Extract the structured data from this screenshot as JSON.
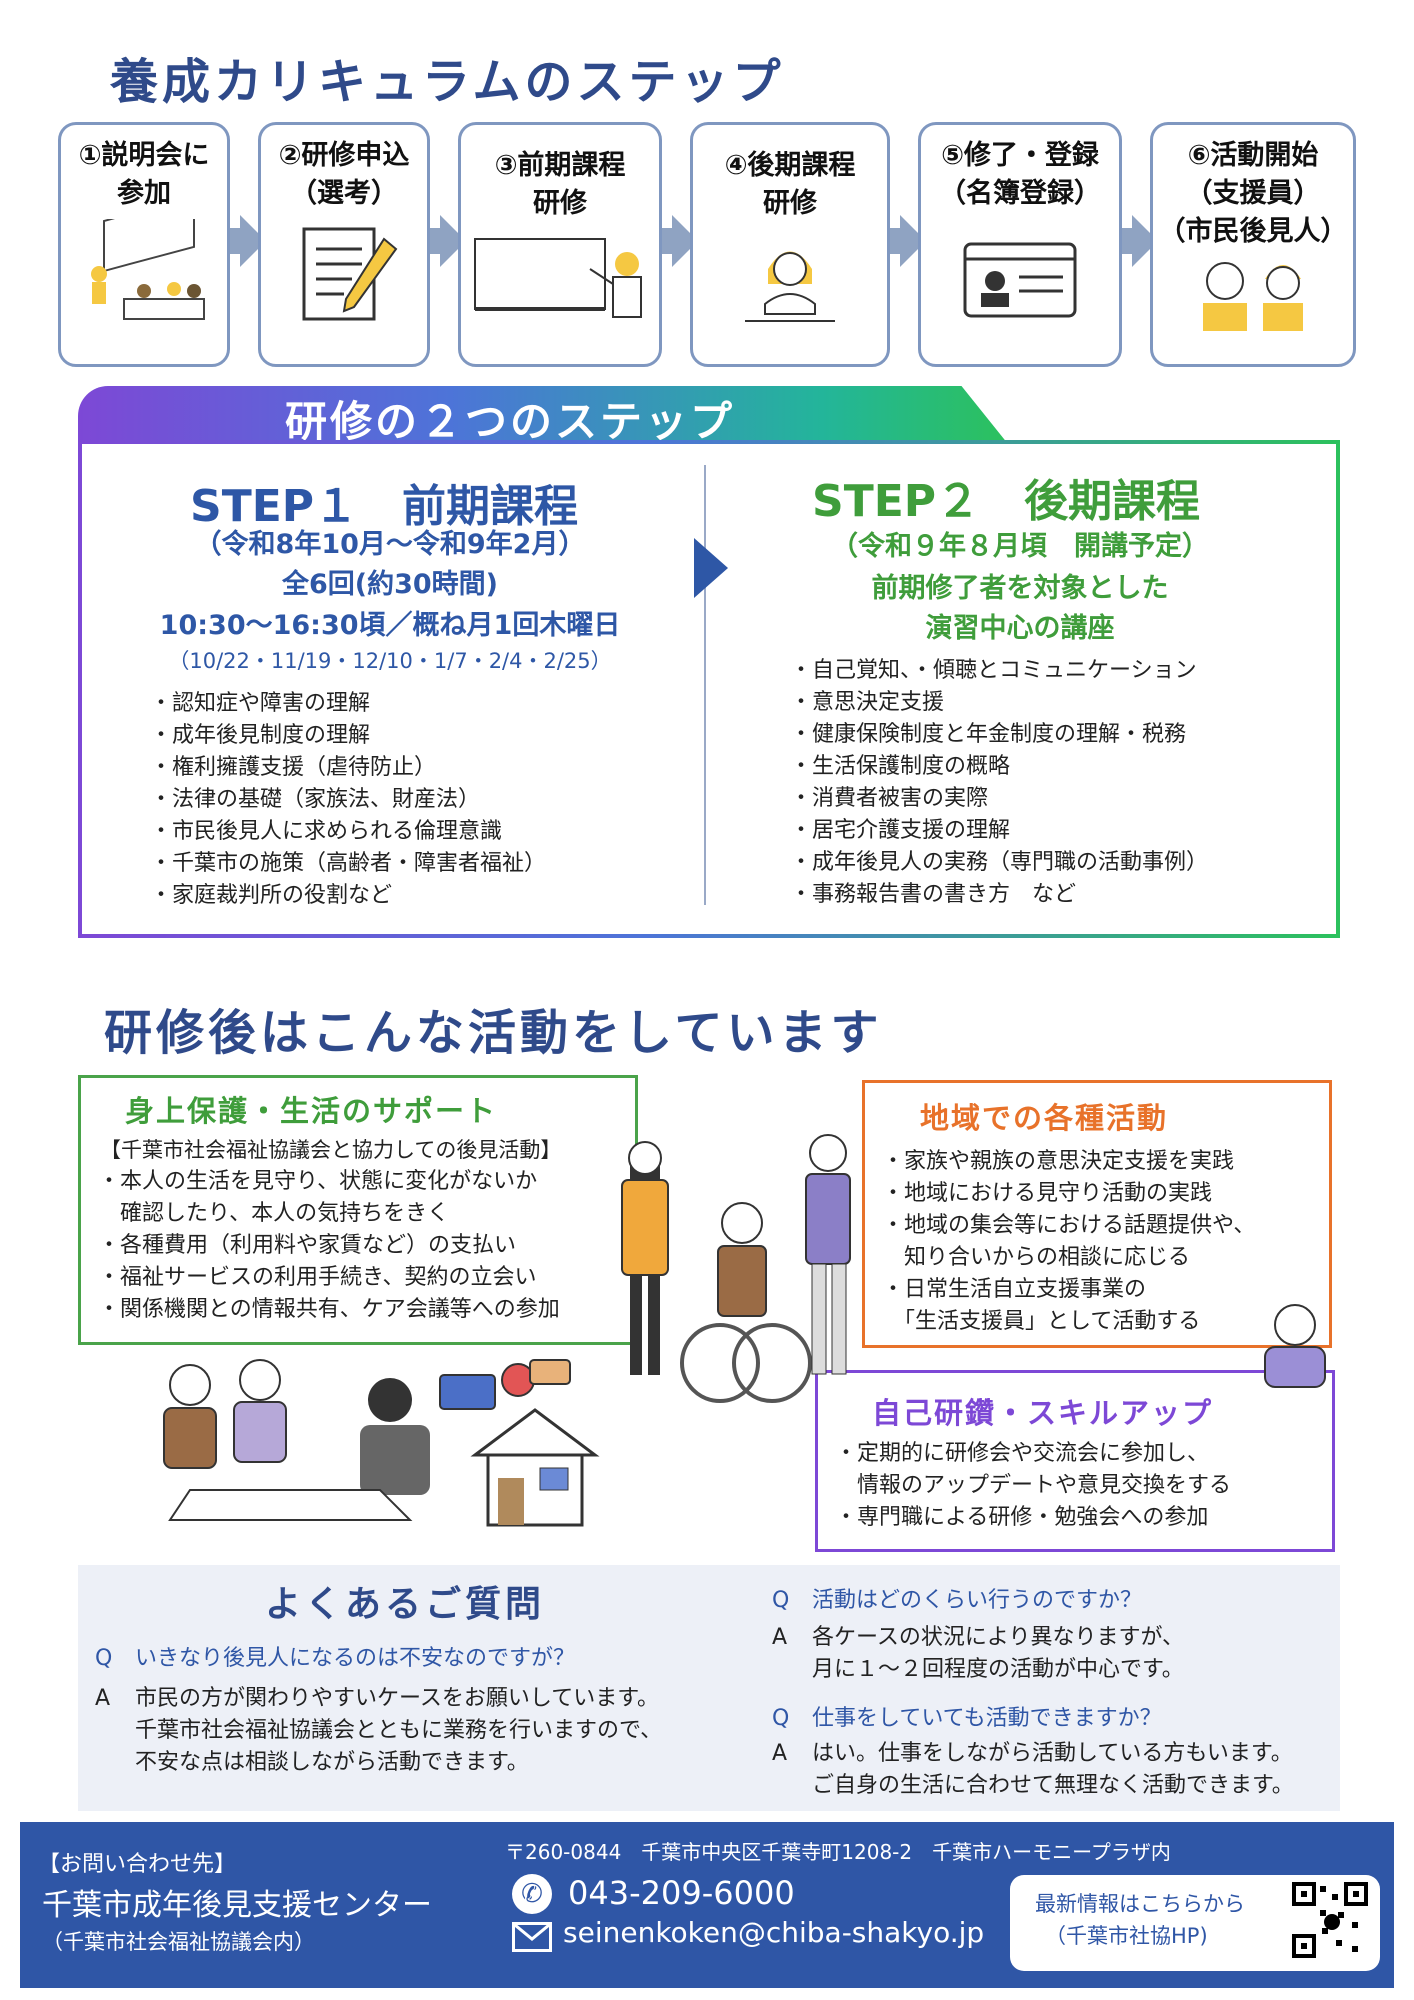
{
  "heading_steps": "養成カリキュラムのステップ",
  "steps": [
    {
      "label": "①説明会に\n参加"
    },
    {
      "label": "②研修申込\n（選考）"
    },
    {
      "label": "③前期課程\n研修"
    },
    {
      "label": "④後期課程\n研修"
    },
    {
      "label": "⑤修了・登録\n（名簿登録）"
    },
    {
      "label": "⑥活動開始\n（支援員）\n（市民後見人）"
    }
  ],
  "two_steps": {
    "tab_title": "研修の２つのステップ",
    "step1": {
      "title": "STEP１　前期課程",
      "period": "（令和8年10月〜令和9年2月）",
      "count": "全6回(約30時間)",
      "time": "10:30〜16:30頃／概ね月1回木曜日",
      "dates": "（10/22・11/19・12/10・1/7・2/4・2/25）",
      "items": [
        "認知症や障害の理解",
        "成年後見制度の理解",
        "権利擁護支援（虐待防止）",
        "法律の基礎（家族法、財産法）",
        "市民後見人に求められる倫理意識",
        "千葉市の施策（高齢者・障害者福祉）",
        "家庭裁判所の役割など"
      ]
    },
    "step2": {
      "title": "STEP２　後期課程",
      "period": "（令和９年８月頃　開講予定）",
      "desc1": "前期修了者を対象とした",
      "desc2": "演習中心の講座",
      "items": [
        "自己覚知、・傾聴とコミュニケーション",
        "意思決定支援",
        "健康保険制度と年金制度の理解・税務",
        "生活保護制度の概略",
        "消費者被害の実際",
        "居宅介護支援の理解",
        "成年後見人の実務（専門職の活動事例）",
        "事務報告書の書き方　など"
      ]
    }
  },
  "heading_activities": "研修後はこんな活動をしています",
  "activities": {
    "support": {
      "title": "身上保護・生活のサポート",
      "subtitle": "【千葉市社会福祉協議会と協力しての後見活動】",
      "items": [
        "・本人の生活を見守り、状態に変化がないか\n　確認したり、本人の気持ちをきく",
        "・各種費用（利用料や家賃など）の支払い",
        "・福祉サービスの利用手続き、契約の立会い",
        "・関係機関との情報共有、ケア会議等への参加"
      ]
    },
    "community": {
      "title": "地域での各種活動",
      "items": [
        "・家族や親族の意思決定支援を実践",
        "・地域における見守り活動の実践",
        "・地域の集会等における話題提供や、\n　知り合いからの相談に応じる",
        "・日常生活自立支援事業の\n　「生活支援員」として活動する"
      ]
    },
    "skillup": {
      "title": "自己研鑽・スキルアップ",
      "items": [
        "・定期的に研修会や交流会に参加し、\n　情報のアップデートや意見交換をする",
        "・専門職による研修・勉強会への参加"
      ]
    }
  },
  "faq": {
    "title": "よくあるご質問",
    "q_mark": "Q",
    "a_mark": "A",
    "items": [
      {
        "q": "いきなり後見人になるのは不安なのですが？",
        "a": "市民の方が関わりやすいケースをお願いしています。\n千葉市社会福祉協議会とともに業務を行いますので、\n不安な点は相談しながら活動できます。"
      },
      {
        "q": "活動はどのくらい行うのですか？",
        "a": "各ケースの状況により異なりますが、\n月に１〜２回程度の活動が中心です。"
      },
      {
        "q": "仕事をしていても活動できますか？",
        "a": "はい。仕事をしながら活動している方もいます。\nご自身の生活に合わせて無理なく活動できます。"
      }
    ]
  },
  "contact": {
    "label": "【お問い合わせ先】",
    "org": "千葉市成年後見支援センター",
    "org_sub": "（千葉市社会福祉協議会内）",
    "address": "〒260-0844　千葉市中央区千葉寺町1208-2　千葉市ハーモニープラザ内",
    "phone": "043-209-6000",
    "email": "seinenkoken@chiba-shakyo.jp",
    "hp_line1": "最新情報はこちらから",
    "hp_line2": "（千葉市社協HP)"
  },
  "colors": {
    "navy": "#2f4a8a",
    "blue": "#2e57a6",
    "green": "#3f9d3b",
    "orange": "#e8722a",
    "purple": "#7d48d6"
  }
}
